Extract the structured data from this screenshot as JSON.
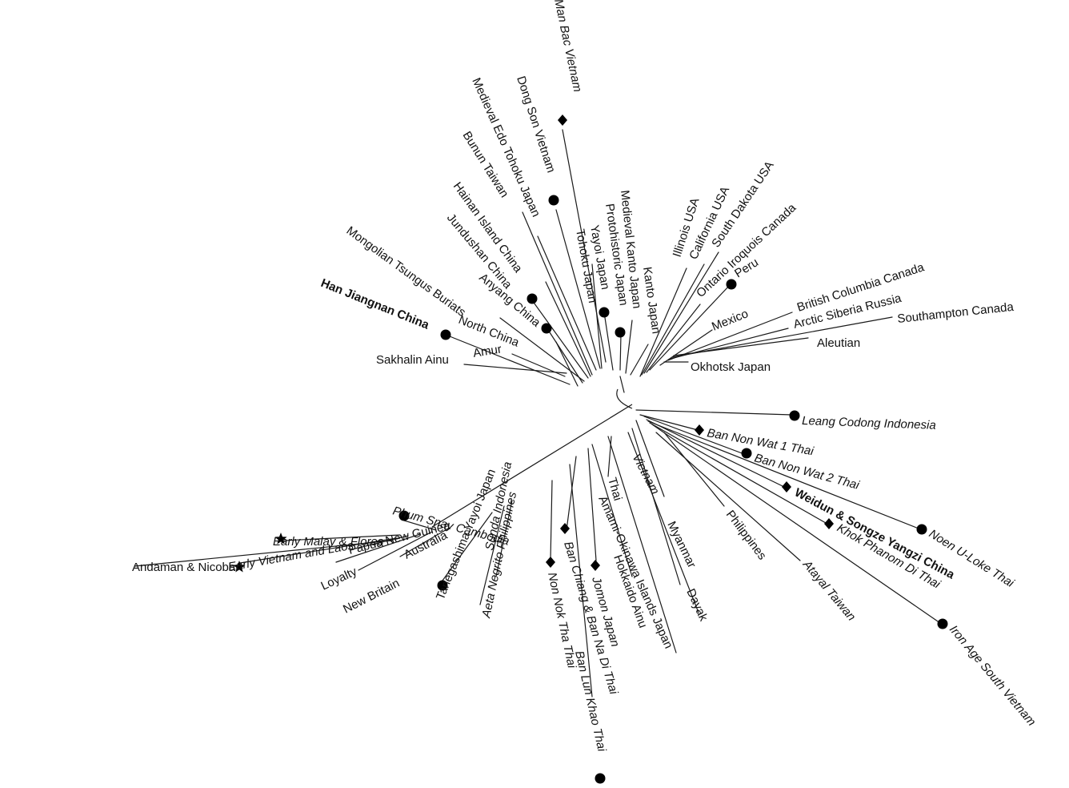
{
  "tree": {
    "leaves": [
      {
        "id": "man-bac-vietnam",
        "label": "Man Bac Vietnam",
        "italic": true,
        "bold": false,
        "marker": "diamond"
      },
      {
        "id": "dong-son-vietnam",
        "label": "Dong Son Vietnam",
        "italic": false,
        "bold": false,
        "marker": "circle"
      },
      {
        "id": "medieval-edo-tohoku-japan",
        "label": "Medieval Edo Tohoku Japan",
        "italic": false,
        "bold": false,
        "marker": ""
      },
      {
        "id": "bunun-taiwan",
        "label": "Bunun Taiwan",
        "italic": false,
        "bold": false,
        "marker": ""
      },
      {
        "id": "hainan-island-china",
        "label": "Hainan Island China",
        "italic": false,
        "bold": false,
        "marker": ""
      },
      {
        "id": "jundushan-china",
        "label": "Jundushan China",
        "italic": false,
        "bold": false,
        "marker": "circle"
      },
      {
        "id": "mongolian-tsungus-buriats",
        "label": "Mongolian Tsungus Buriats",
        "italic": false,
        "bold": false,
        "marker": ""
      },
      {
        "id": "anyang-china",
        "label": "Anyang China",
        "italic": false,
        "bold": false,
        "marker": "circle"
      },
      {
        "id": "han-jiangnan-china",
        "label": "Han Jiangnan China",
        "italic": false,
        "bold": true,
        "marker": "circle"
      },
      {
        "id": "north-china",
        "label": "North China",
        "italic": false,
        "bold": false,
        "marker": ""
      },
      {
        "id": "amur",
        "label": "Amur",
        "italic": false,
        "bold": false,
        "marker": ""
      },
      {
        "id": "sakhalin-ainu",
        "label": "Sakhalin Ainu",
        "italic": false,
        "bold": false,
        "marker": ""
      },
      {
        "id": "tohoku-japan",
        "label": "Tohoku Japan",
        "italic": false,
        "bold": false,
        "marker": ""
      },
      {
        "id": "yayoi-japan",
        "label": "Yayoi Japan",
        "italic": false,
        "bold": false,
        "marker": "circle"
      },
      {
        "id": "protohistoric-japan",
        "label": "Protohistoric Japan",
        "italic": false,
        "bold": false,
        "marker": "circle"
      },
      {
        "id": "medieval-kanto-japan",
        "label": "Medieval Kanto Japan",
        "italic": false,
        "bold": false,
        "marker": ""
      },
      {
        "id": "kanto-japan",
        "label": "Kanto Japan",
        "italic": false,
        "bold": false,
        "marker": ""
      },
      {
        "id": "illinois-usa",
        "label": "Illinois USA",
        "italic": false,
        "bold": false,
        "marker": ""
      },
      {
        "id": "california-usa",
        "label": "California USA",
        "italic": false,
        "bold": false,
        "marker": ""
      },
      {
        "id": "south-dakota-usa",
        "label": "South Dakota USA",
        "italic": false,
        "bold": false,
        "marker": ""
      },
      {
        "id": "ontario-iroquois-canada",
        "label": "Ontario Iroquois Canada",
        "italic": false,
        "bold": false,
        "marker": ""
      },
      {
        "id": "peru",
        "label": "Peru",
        "italic": false,
        "bold": false,
        "marker": "circle"
      },
      {
        "id": "mexico",
        "label": "Mexico",
        "italic": false,
        "bold": false,
        "marker": ""
      },
      {
        "id": "british-columbia-canada",
        "label": "British Columbia Canada",
        "italic": false,
        "bold": false,
        "marker": ""
      },
      {
        "id": "arctic-siberia-russia",
        "label": "Arctic Siberia Russia",
        "italic": false,
        "bold": false,
        "marker": ""
      },
      {
        "id": "southampton-canada",
        "label": "Southampton Canada",
        "italic": false,
        "bold": false,
        "marker": ""
      },
      {
        "id": "aleutian",
        "label": "Aleutian",
        "italic": false,
        "bold": false,
        "marker": ""
      },
      {
        "id": "okhotsk-japan",
        "label": "Okhotsk Japan",
        "italic": false,
        "bold": false,
        "marker": ""
      },
      {
        "id": "leang-codong-indonesia",
        "label": "Leang Codong Indonesia",
        "italic": true,
        "bold": false,
        "marker": "circle"
      },
      {
        "id": "ban-non-wat-1-thai",
        "label": "Ban Non Wat 1 Thai",
        "italic": true,
        "bold": false,
        "marker": "diamond"
      },
      {
        "id": "ban-non-wat-2-thai",
        "label": "Ban Non Wat 2 Thai",
        "italic": true,
        "bold": false,
        "marker": "circle"
      },
      {
        "id": "weidun-songze-yangzi-china",
        "label": "Weidun & Songze Yangzi China",
        "italic": false,
        "bold": true,
        "marker": "diamond"
      },
      {
        "id": "noen-u-loke-thai",
        "label": "Noen U-Loke Thai",
        "italic": true,
        "bold": false,
        "marker": "circle"
      },
      {
        "id": "khok-phanom-di-thai",
        "label": "Khok Phanom Di Thai",
        "italic": true,
        "bold": false,
        "marker": "diamond"
      },
      {
        "id": "iron-age-south-vietnam",
        "label": "Iron Age South Vietnam",
        "italic": true,
        "bold": false,
        "marker": "circle"
      },
      {
        "id": "atayal-taiwan",
        "label": "Atayal Taiwan",
        "italic": true,
        "bold": false,
        "marker": ""
      },
      {
        "id": "philippines",
        "label": "Philippines",
        "italic": false,
        "bold": false,
        "marker": ""
      },
      {
        "id": "vietnam",
        "label": "Vietnam",
        "italic": true,
        "bold": false,
        "marker": ""
      },
      {
        "id": "myanmar",
        "label": "Myanmar",
        "italic": false,
        "bold": false,
        "marker": ""
      },
      {
        "id": "dayak",
        "label": "Dayak",
        "italic": false,
        "bold": false,
        "marker": ""
      },
      {
        "id": "thai",
        "label": "Thai",
        "italic": false,
        "bold": false,
        "marker": ""
      },
      {
        "id": "amami-okinawa-islands-japan",
        "label": "Amami-Okinawa Islands Japan",
        "italic": false,
        "bold": false,
        "marker": ""
      },
      {
        "id": "hokkaido-ainu",
        "label": "Hokkaido Ainu",
        "italic": false,
        "bold": false,
        "marker": ""
      },
      {
        "id": "jomon-japan",
        "label": "Jomon Japan",
        "italic": true,
        "bold": false,
        "marker": "diamond"
      },
      {
        "id": "ban-chiang-ban-na-di-thai",
        "label": "Ban Chiang & Ban Na Di Thai",
        "italic": true,
        "bold": false,
        "marker": "diamond"
      },
      {
        "id": "ban-lun-khao-thai",
        "label": "Ban Lun Khao Thai",
        "italic": true,
        "bold": false,
        "marker": "circle"
      },
      {
        "id": "non-nok-tha-thai",
        "label": "Non Nok Tha Thai",
        "italic": true,
        "bold": false,
        "marker": "diamond"
      },
      {
        "id": "aeta-negrito-philippines",
        "label": "Aeta Negrito Philippines",
        "italic": true,
        "bold": false,
        "marker": ""
      },
      {
        "id": "sunda-indonesia",
        "label": "Sunda Indonesia",
        "italic": true,
        "bold": false,
        "marker": ""
      },
      {
        "id": "tanegashima-yayoi-japan",
        "label": "Tanegashima Yayoi Japan",
        "italic": false,
        "bold": false,
        "marker": "circle"
      },
      {
        "id": "australia",
        "label": "Australia",
        "italic": false,
        "bold": false,
        "marker": ""
      },
      {
        "id": "new-britain",
        "label": "New Britain",
        "italic": false,
        "bold": false,
        "marker": ""
      },
      {
        "id": "loyalty",
        "label": "Loyalty",
        "italic": false,
        "bold": false,
        "marker": ""
      },
      {
        "id": "papua-new-guinea",
        "label": "Papua New Guinea",
        "italic": false,
        "bold": false,
        "marker": ""
      },
      {
        "id": "early-vietnam-and-laos",
        "label": "Early Vietnam and Laos",
        "italic": true,
        "bold": false,
        "marker": "star"
      },
      {
        "id": "andaman-nicobar",
        "label": "Andaman & Nicobar",
        "italic": false,
        "bold": false,
        "marker": ""
      },
      {
        "id": "early-malay-flores",
        "label": "Early Malay & Flores",
        "italic": true,
        "bold": false,
        "marker": "star"
      },
      {
        "id": "phum-snay-cambodia",
        "label": "Phum Snay Cambodia",
        "italic": true,
        "bold": false,
        "marker": "circle"
      }
    ]
  }
}
